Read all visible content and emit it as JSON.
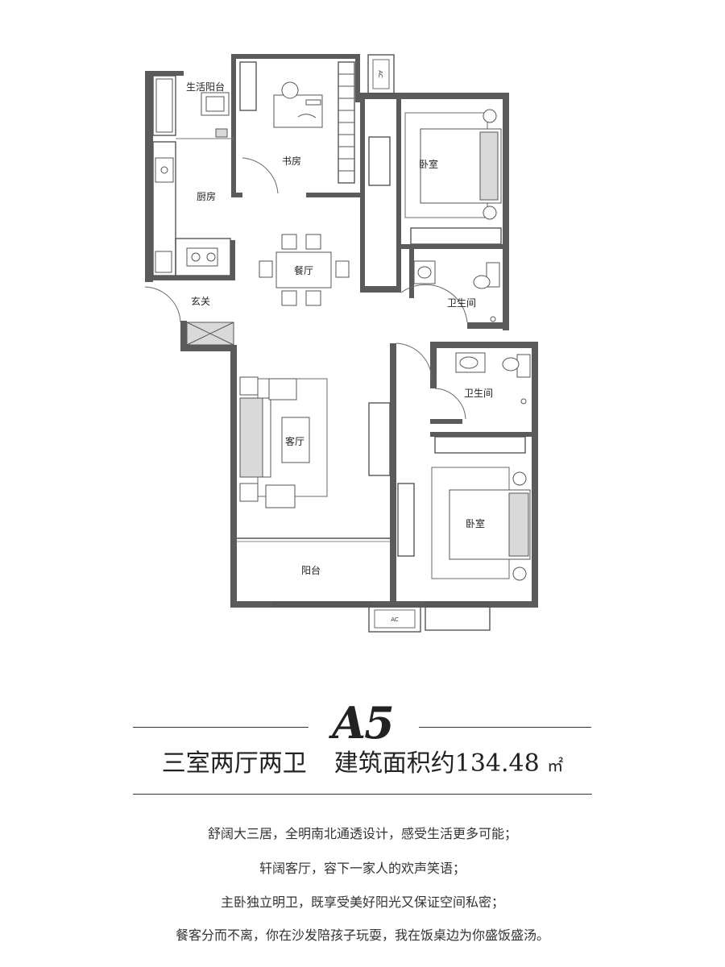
{
  "plan": {
    "rooms": {
      "utility_balcony": "生活阳台",
      "study": "书房",
      "kitchen": "厨房",
      "dining": "餐厅",
      "entrance": "玄关",
      "bedroom_north": "卧室",
      "bathroom_north": "卫生间",
      "bathroom_south": "卫生间",
      "living": "客厅",
      "bedroom_south": "卧室",
      "balcony": "阳台"
    },
    "ac_north": "AC",
    "ac_south": "AC"
  },
  "unit": {
    "model": "A5",
    "layout": "三室两厅两卫",
    "area_label": "建筑面积约",
    "area_value": "134.48",
    "area_unit": "㎡"
  },
  "description": [
    "舒阔大三居，全明南北通透设计，感受生活更多可能；",
    "轩阔客厅，容下一家人的欢声笑语；",
    "主卧独立明卫，既享受美好阳光又保证空间私密；",
    "餐客分而不离，你在沙发陪孩子玩耍，我在饭桌边为你盛饭盛汤。"
  ]
}
